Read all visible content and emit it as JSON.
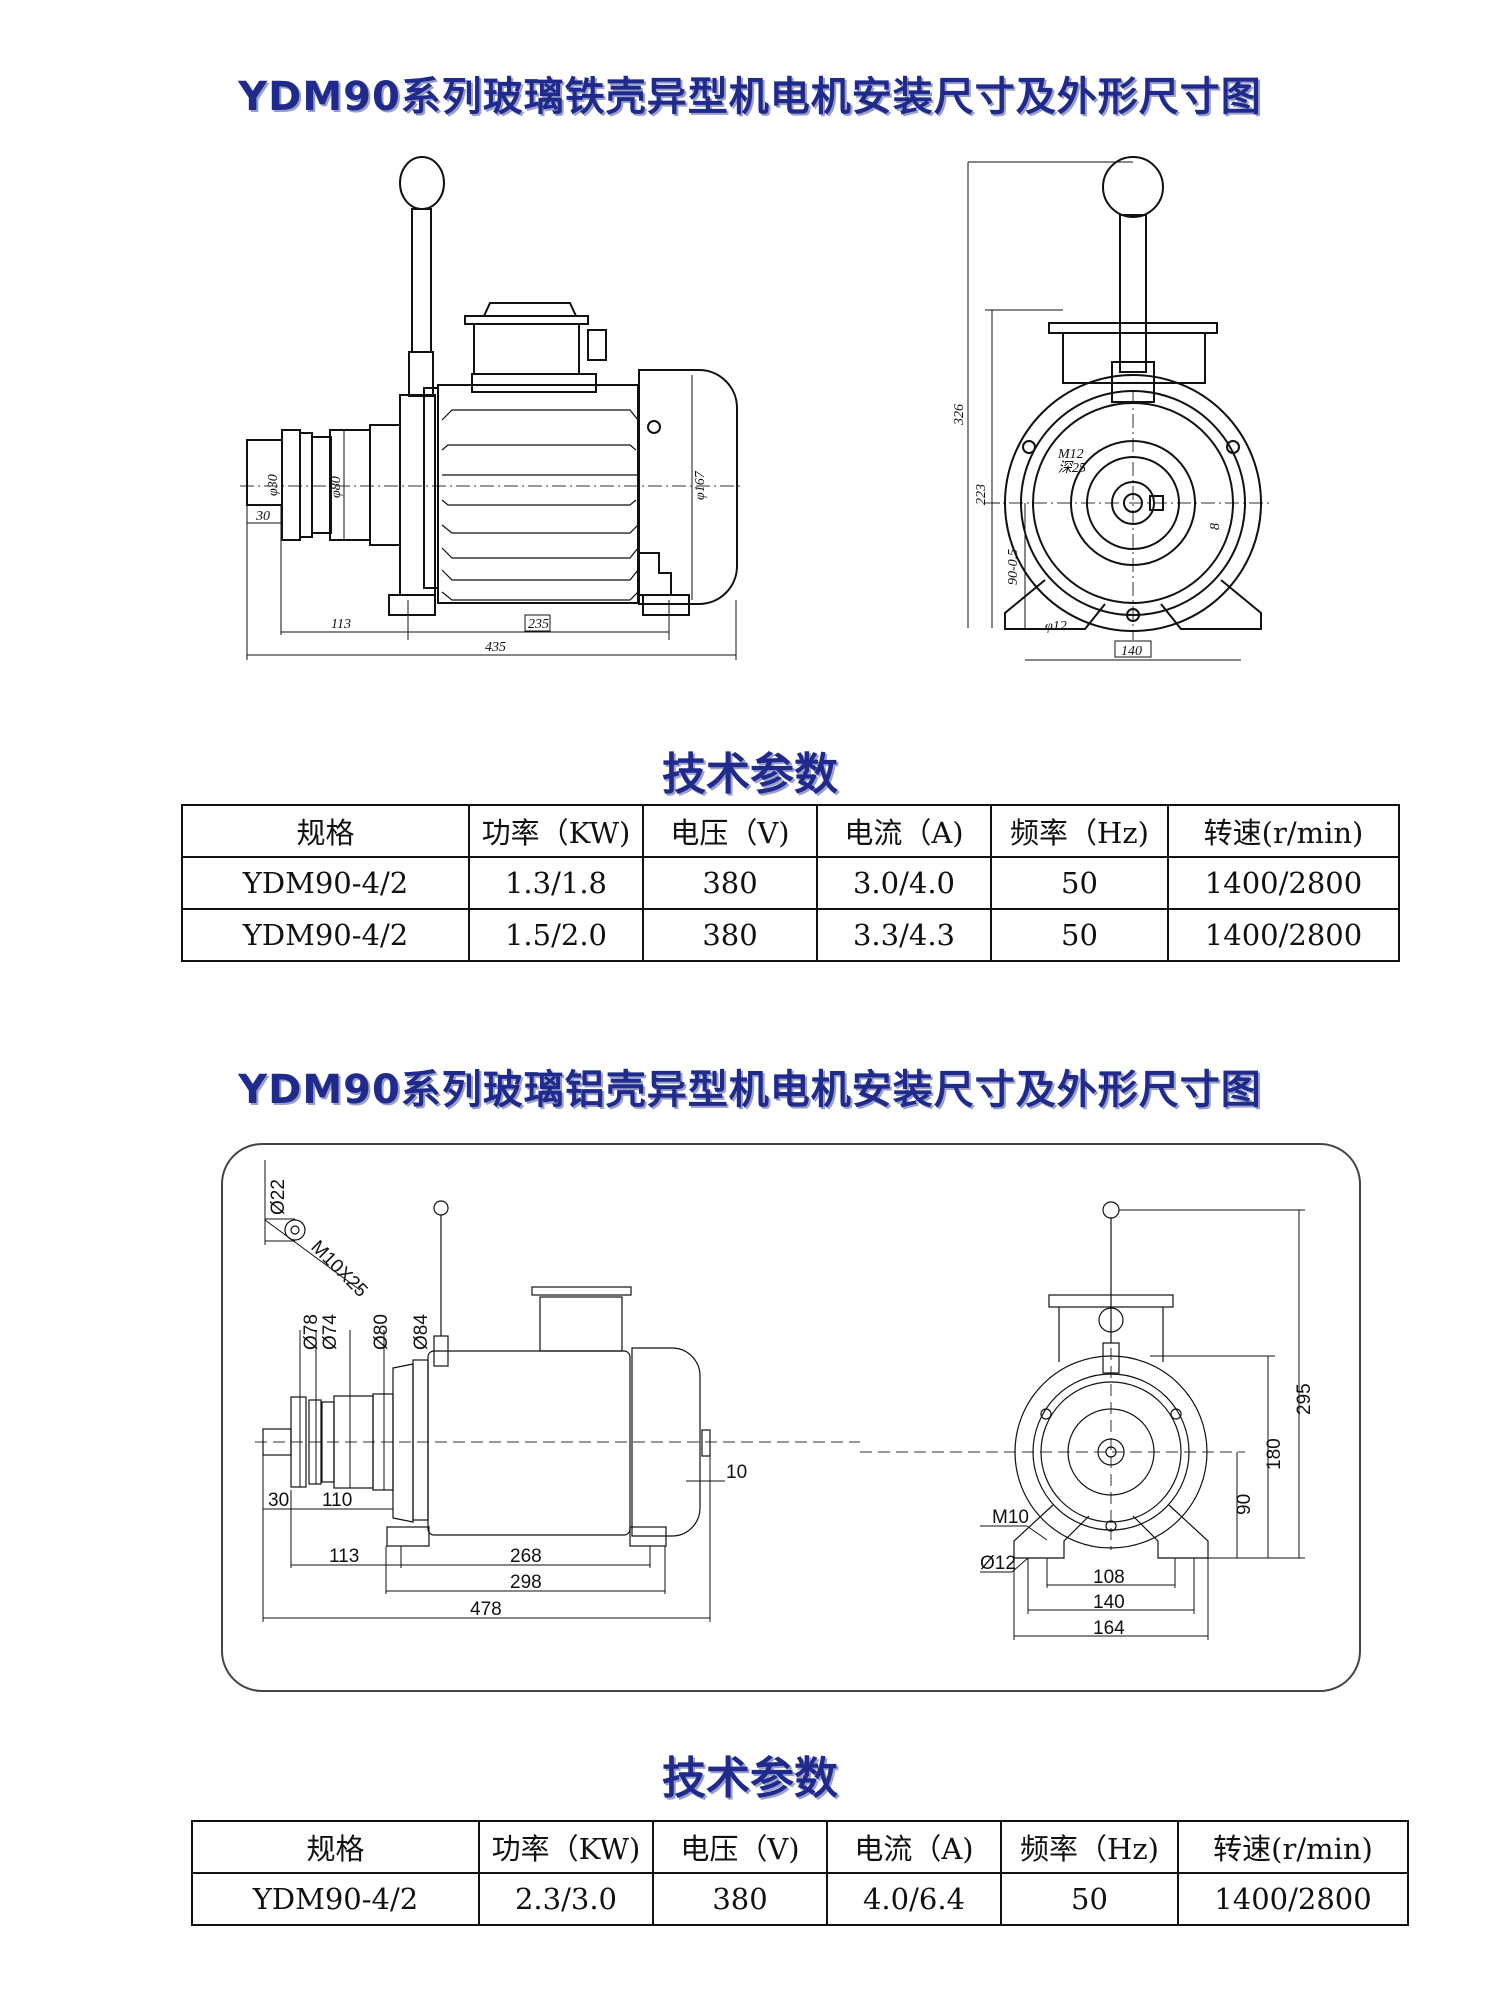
{
  "section1": {
    "title": "YDM90系列玻璃铁壳异型机电机安装尺寸及外形尺寸图",
    "drawing_labels": {
      "dia30": "φ30",
      "len30": "30",
      "dia80": "φ80",
      "dia167": "φ167",
      "d113": "113",
      "d235": "235",
      "d435": "435",
      "h326": "326",
      "h223": "223",
      "h90": "90-0.5",
      "m12": "M12",
      "depth25": "深25",
      "key8": "8",
      "hole12": "φ12",
      "w140": "140"
    },
    "params_title": "技术参数",
    "table": {
      "headers": [
        "规格",
        "功率（KW)",
        "电压（V)",
        "电流（A)",
        "频率（Hz)",
        "转速(r/min)"
      ],
      "rows": [
        [
          "YDM90-4/2",
          "1.3/1.8",
          "380",
          "3.0/4.0",
          "50",
          "1400/2800"
        ],
        [
          "YDM90-4/2",
          "1.5/2.0",
          "380",
          "3.3/4.3",
          "50",
          "1400/2800"
        ]
      ]
    }
  },
  "section2": {
    "title": "YDM90系列玻璃铝壳异型机电机安装尺寸及外形尺寸图",
    "drawing_labels": {
      "dia22": "Ø22",
      "m10x25": "M10X25",
      "dia78": "Ø78",
      "dia74": "Ø74",
      "dia80": "Ø80",
      "dia84": "Ø84",
      "d30": "30",
      "d110": "110",
      "d10": "10",
      "d113": "113",
      "d268": "268",
      "d298": "298",
      "d478": "478",
      "m10": "M10",
      "hole12": "Ø12",
      "w108": "108",
      "w140": "140",
      "w164": "164",
      "h90": "90",
      "h180": "180",
      "h295": "295"
    },
    "params_title": "技术参数",
    "table": {
      "headers": [
        "规格",
        "功率（KW)",
        "电压（V)",
        "电流（A)",
        "频率（Hz)",
        "转速(r/min)"
      ],
      "rows": [
        [
          "YDM90-4/2",
          "2.3/3.0",
          "380",
          "4.0/6.4",
          "50",
          "1400/2800"
        ]
      ]
    }
  }
}
